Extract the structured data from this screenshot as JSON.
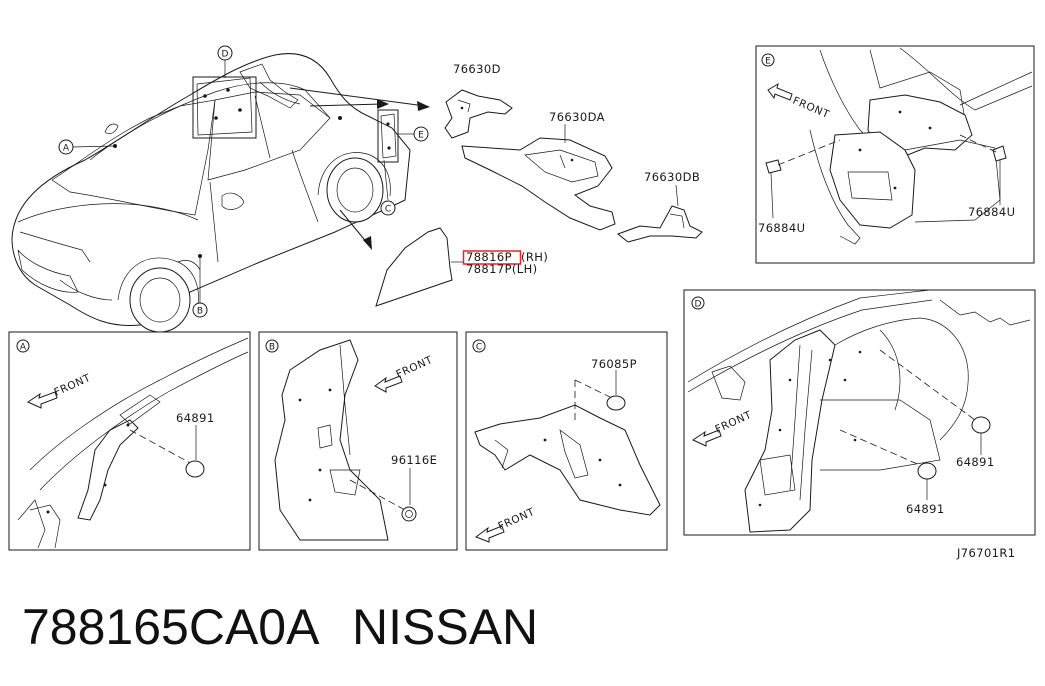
{
  "diagram": {
    "callouts": {
      "a": "A",
      "b": "B",
      "c": "C",
      "d": "D",
      "e": "E"
    },
    "main_parts": {
      "p76630d": "76630D",
      "p76630da": "76630DA",
      "p76630db": "76630DB",
      "p78816p": "78816P",
      "p78816p_side": "(RH)",
      "p78817p": "78817P(LH)"
    },
    "panel_a": {
      "front": "FRONT",
      "part": "64891"
    },
    "panel_b": {
      "front": "FRONT",
      "part": "96116E"
    },
    "panel_c": {
      "front": "FRONT",
      "part": "76085P"
    },
    "panel_d": {
      "front": "FRONT",
      "part_upper": "64891",
      "part_lower": "64891"
    },
    "panel_e": {
      "front": "FRONT",
      "part_left": "76884U",
      "part_right": "76884U"
    },
    "drawing_id": "J76701R1",
    "highlight_color": "#e0262b"
  },
  "footer": {
    "part_number": "788165CA0A",
    "brand": "NISSAN"
  }
}
